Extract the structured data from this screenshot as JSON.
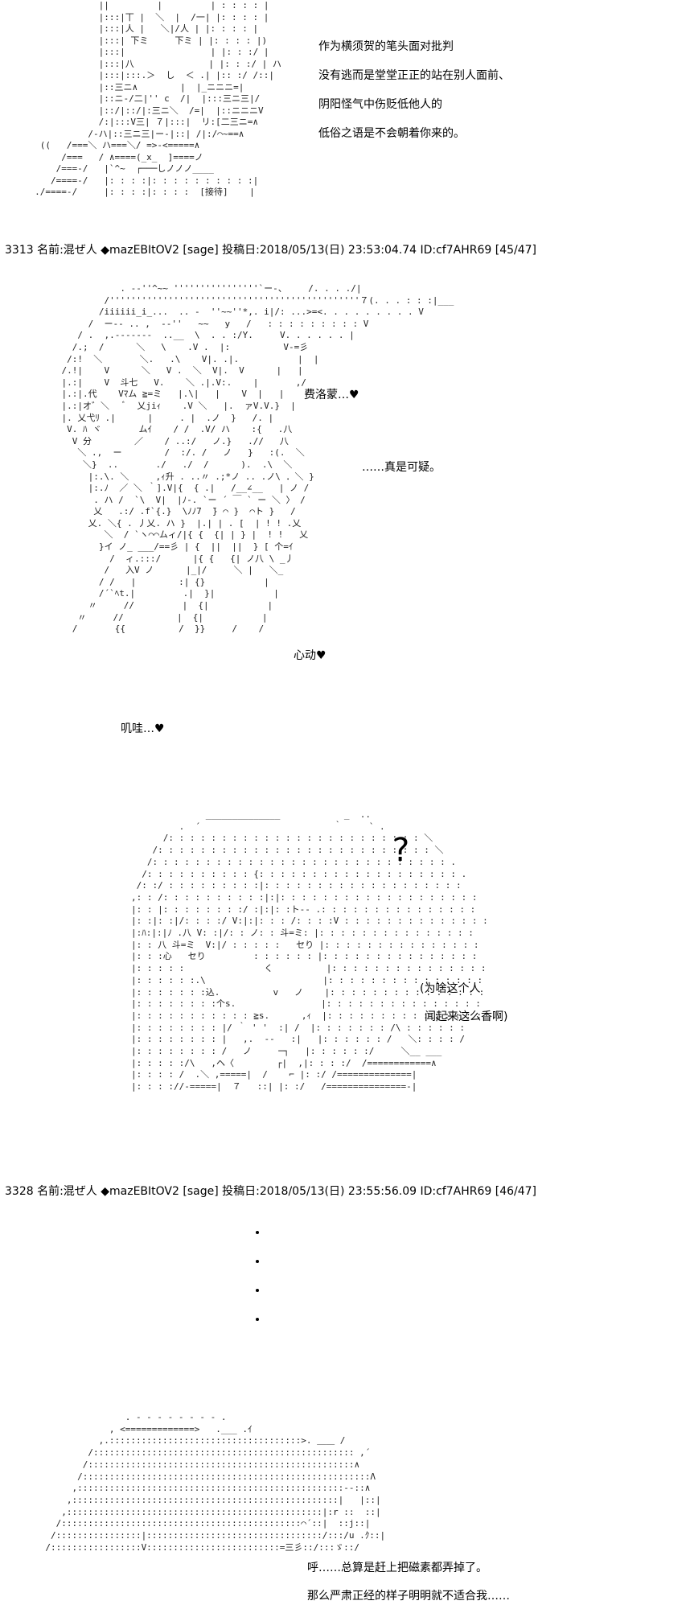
{
  "panel1": {
    "lines": [
      "作为横须贺的笔头面对批判",
      "没有逃而是堂堂正正的站在别人面前、",
      "阴阳怪气中伤贬低他人的",
      "低俗之语是不会朝着你来的。"
    ],
    "art_label": "[接待]"
  },
  "post1": {
    "header": "3313 名前:混ぜ人 ◆mazEBItOV2 [sage] 投稿日:2018/05/13(日) 23:53:04.74 ID:cf7AHR69 [45/47]"
  },
  "panel2": {
    "say1": "费洛蒙…♥",
    "say2": "……真是可疑。",
    "say3": "心动♥",
    "say4": "叽哇…♥"
  },
  "panel3": {
    "qmark": "?",
    "lines": [
      "(为啥这个人",
      "闻起来这么香啊)"
    ]
  },
  "post2": {
    "header": "3328 名前:混ぜ人 ◆mazEBItOV2 [sage] 投稿日:2018/05/13(日) 23:55:56.09 ID:cf7AHR69 [46/47]"
  },
  "panel4": {
    "lines": [
      "呼……总算是赶上把磁素都弄掉了。",
      "那么严肃正经的样子明明就不适合我……"
    ]
  }
}
